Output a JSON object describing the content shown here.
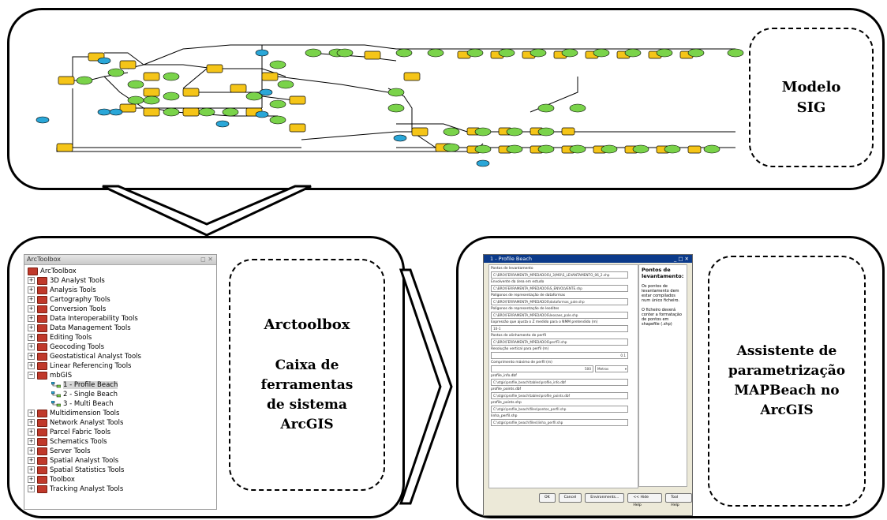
{
  "model_panel": {
    "label_line1": "Modelo",
    "label_line2": "SIG"
  },
  "toolbox_panel": {
    "box_title": "Arctoolbox",
    "desc_line1": "Caixa de",
    "desc_line2": "ferramentas",
    "desc_line3": "de sistema",
    "desc_line4": "ArcGIS",
    "window": {
      "title": "ArcToolbox",
      "root": "ArcToolbox",
      "items": [
        "3D Analyst Tools",
        "Analysis Tools",
        "Cartography Tools",
        "Conversion Tools",
        "Data Interoperability Tools",
        "Data Management Tools",
        "Editing Tools",
        "Geocoding Tools",
        "Geostatistical Analyst Tools",
        "Linear Referencing Tools",
        "mbGIS"
      ],
      "models": [
        "1 - Profile Beach",
        "2 - Single Beach",
        "3 - Multi Beach"
      ],
      "items2": [
        "Multidimension Tools",
        "Network Analyst Tools",
        "Parcel Fabric Tools",
        "Schematics Tools",
        "Server Tools",
        "Spatial Analyst Tools",
        "Spatial Statistics Tools",
        "Toolbox",
        "Tracking Analyst Tools"
      ]
    }
  },
  "wizard_panel": {
    "label_line1": "Assistente de",
    "label_line2": "parametrização",
    "label_line3": "MAPBeach no",
    "label_line4": "ArcGIS",
    "window": {
      "title": "1 - Profile Beach",
      "fields": [
        {
          "label": "Pontos de levantamento",
          "value": "C:\\BRO\\FERRAMENTA_MPEDADOS\\I_3(MO\\S_LEVANTAMENTO_06_2.shp"
        },
        {
          "label": "Envolvente da área em estudo",
          "value": "C:\\BRO\\FERRAMENTA_MPEDADOS\\S_ENVOLVENTE.shp"
        },
        {
          "label": "Polígonos de representação de dataformas",
          "value": "C:\\BRO\\FERRAMENTA_MPEDADOS\\dataformas_pale.shp"
        },
        {
          "label": "Polígonos de representação de leodites",
          "value": "C:\\BRO\\FERRAMENTA_MPEDADOS\\leosaes_pale.shp"
        },
        {
          "label": "Expressão que ajusta o Z medido para o NMM pretendido (m)",
          "value": "10-1"
        },
        {
          "label": "Pontos de alinhamento de perfil",
          "value": "C:\\BRO\\FERRAMENTA_MPEDADOS\\perfFil.shp"
        },
        {
          "label": "Resolução vertical para perfil (m)",
          "value": "0.1"
        },
        {
          "label": "Comprimento máximo de perfil (m)",
          "value": "500",
          "unit": "Metros"
        },
        {
          "label": "profile_info.dbf",
          "value": "C:\\stgis\\profile_beach\\tables\\profile_info.dbf"
        },
        {
          "label": "profile_points.dbf",
          "value": "C:\\stgis\\profile_beach\\tables\\profile_points.dbf"
        },
        {
          "label": "profile_points.shp",
          "value": "C:\\stgis\\profile_beach\\files\\pontos_perfil.shp"
        },
        {
          "label": "linha_perfil.shp",
          "value": "C:\\stgis\\profile_beach\\files\\linha_perfil.shp"
        }
      ],
      "help_title": "Pontos de levantamento:",
      "help_text1": "Os pontos de levantamento dem estar compilados num único ficheiro.",
      "help_text2": "O ficheiro deverá conter a formatação de pontos em shapefile (.shp)",
      "buttons": [
        "OK",
        "Cancel",
        "Environments...",
        "<< Hide Help",
        "Tool Help"
      ]
    }
  },
  "colors": {
    "process": "#f5c518",
    "data_green": "#7ad34a",
    "data_blue": "#2aa7d8"
  }
}
